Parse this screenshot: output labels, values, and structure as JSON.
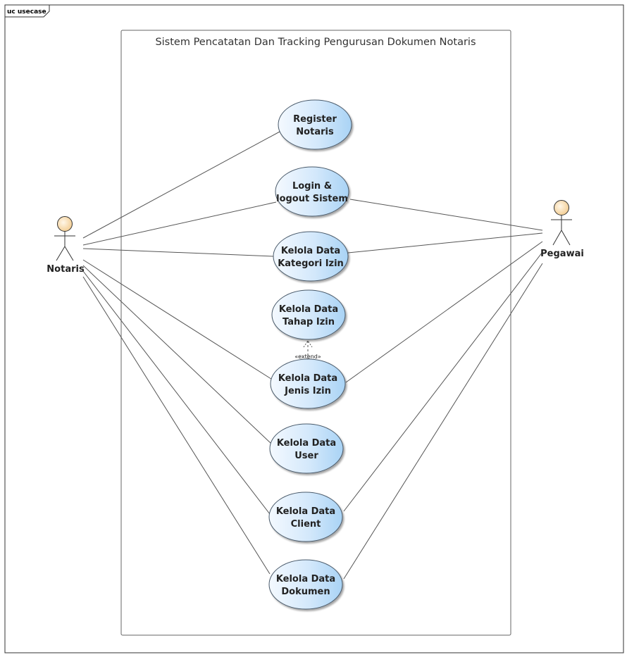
{
  "frame": {
    "tag": "uc usecase"
  },
  "system": {
    "title": "Sistem Pencatatan Dan Tracking Pengurusan Dokumen Notaris"
  },
  "actors": {
    "notaris": {
      "label": "Notaris"
    },
    "pegawai": {
      "label": "Pegawai"
    }
  },
  "usecases": [
    {
      "id": "register",
      "lines": [
        "Register",
        "Notaris"
      ]
    },
    {
      "id": "login",
      "lines": [
        "Login &",
        "logout Sistem"
      ]
    },
    {
      "id": "kategori",
      "lines": [
        "Kelola Data",
        "Kategori Izin"
      ]
    },
    {
      "id": "tahap",
      "lines": [
        "Kelola Data",
        "Tahap Izin"
      ]
    },
    {
      "id": "jenis",
      "lines": [
        "Kelola Data",
        "Jenis Izin"
      ]
    },
    {
      "id": "user",
      "lines": [
        "Kelola Data",
        "User"
      ]
    },
    {
      "id": "client",
      "lines": [
        "Kelola Data",
        "Client"
      ]
    },
    {
      "id": "dokumen",
      "lines": [
        "Kelola Data",
        "Dokumen"
      ]
    }
  ],
  "relations": {
    "extend_label": "«extend»"
  },
  "colors": {
    "usecase_fill_light": "#f4f9ff",
    "usecase_fill_dark": "#a9d3f5",
    "actor_head": "#f7ddb0",
    "line": "#555555"
  }
}
